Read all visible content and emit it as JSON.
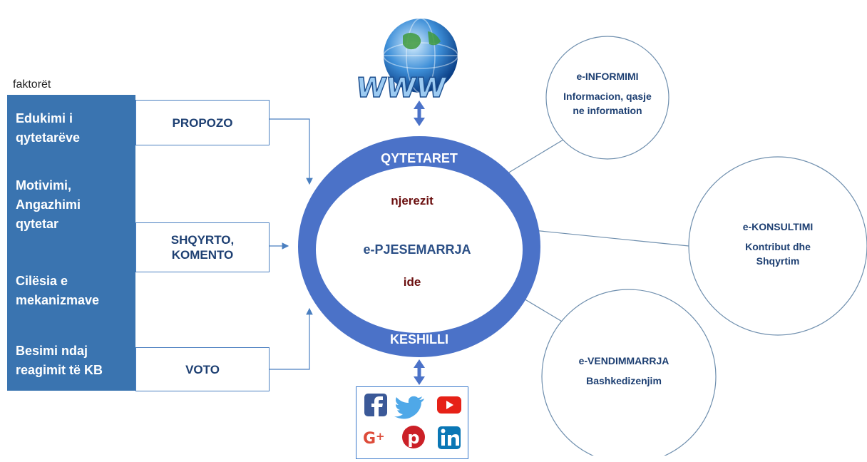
{
  "factors": {
    "caption": "faktorët",
    "items": [
      [
        "Edukimi i",
        "qytetarëve"
      ],
      [
        "Motivimi,",
        "Angazhimi",
        "qytetar"
      ],
      [
        "Cilësia e",
        "mekanizmave"
      ],
      [
        "Besimi ndaj",
        "reagimit të KB"
      ]
    ]
  },
  "actions": {
    "propose": "PROPOZO",
    "review_line1": "SHQYRTO,",
    "review_line2": "KOMENTO",
    "vote": "VOTO"
  },
  "core": {
    "top_label": "QYTETARET",
    "people": "njerezit",
    "center": "e-PJESEMARRJA",
    "ideas": "ide",
    "bottom_label": "KESHILLI"
  },
  "web_icon_text": "WWW",
  "circles": {
    "informing": {
      "title": "e-INFORMIMI",
      "line1": "Informacion, qasje",
      "line2": "ne information"
    },
    "consulting": {
      "title": "e-KONSULTIMI",
      "line1": "Kontribut dhe",
      "line2": "Shqyrtim"
    },
    "decision": {
      "title": "e-VENDIMMARRJA",
      "line1": "Bashkedizenjim"
    }
  },
  "social_icons": [
    "facebook-icon",
    "twitter-icon",
    "youtube-icon",
    "google-plus-icon",
    "pinterest-icon",
    "linkedin-icon"
  ],
  "colors": {
    "panel": "#3A74B0",
    "ring": "#4B72C8",
    "navy_text": "#1D3F72",
    "dark_red_text": "#6B0F0F"
  }
}
